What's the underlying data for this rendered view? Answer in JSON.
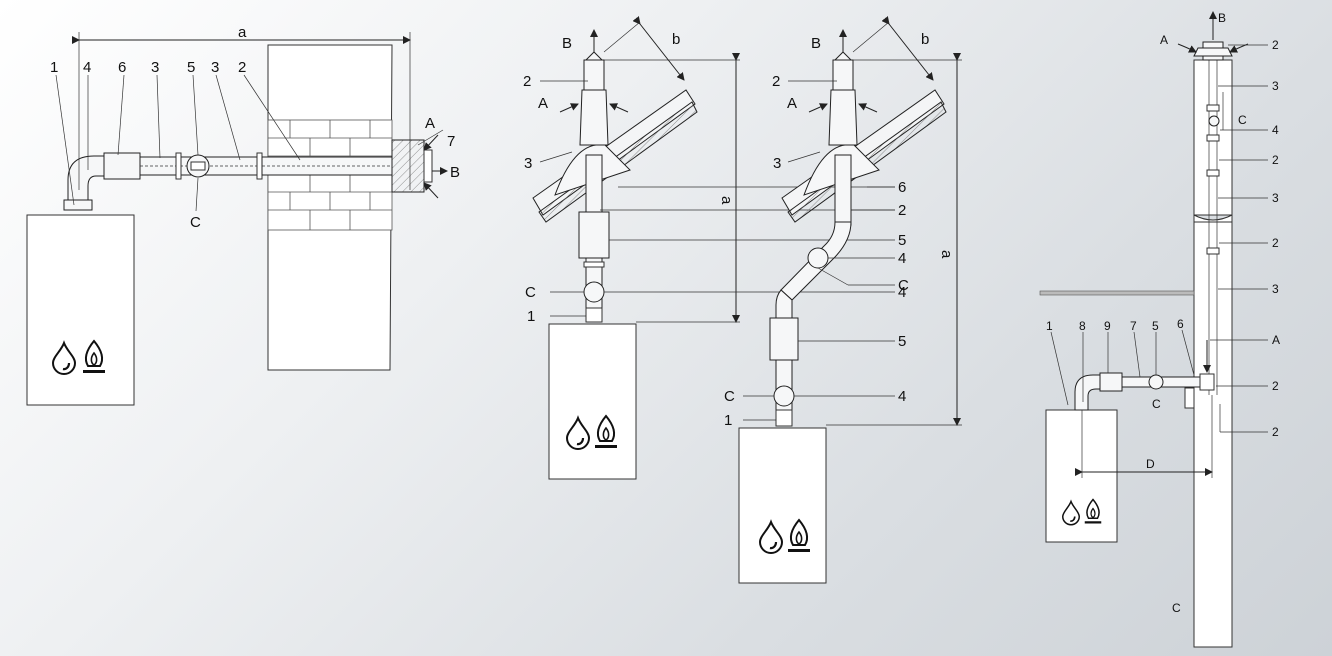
{
  "diagram1": {
    "dims": {
      "a": "a"
    },
    "labels": {
      "l1": "1",
      "l4": "4",
      "l6": "6",
      "l3a": "3",
      "l5": "5",
      "l3b": "3",
      "l2": "2",
      "lA": "A",
      "l7": "7",
      "lB": "B",
      "lC": "C"
    }
  },
  "diagram2": {
    "dims": {
      "a": "a",
      "b": "b"
    },
    "labels": {
      "lB": "B",
      "l2a": "2",
      "lA": "A",
      "l3": "3",
      "l6": "6",
      "l2b": "2",
      "l5": "5",
      "lC": "C",
      "l4": "4",
      "l1": "1"
    }
  },
  "diagram3": {
    "dims": {
      "a": "a",
      "b": "b"
    },
    "labels": {
      "lB": "B",
      "l2a": "2",
      "lA": "A",
      "l3": "3",
      "l6": "6",
      "l2b": "2",
      "l4a": "4",
      "lCa": "C",
      "l5": "5",
      "lCb": "C",
      "l4b": "4",
      "l1": "1"
    }
  },
  "diagram4": {
    "dims": {
      "d": "D"
    },
    "labels": {
      "lB": "B",
      "lA": "A",
      "r2a": "2",
      "r3a": "3",
      "rC": "C",
      "r4": "4",
      "r2b": "2",
      "r3b": "3",
      "r2c": "2",
      "r3c": "3",
      "rA": "A",
      "r2d": "2",
      "r2e": "2",
      "l1": "1",
      "l8": "8",
      "l9": "9",
      "l7": "7",
      "l5": "5",
      "l6": "6",
      "lC": "C",
      "lCbot": "C"
    }
  },
  "colors": {
    "line": "#222222",
    "bg_light": "#ffffff",
    "bg_dark": "#cdd2d7"
  },
  "icons": [
    "water-drop-icon",
    "gas-flame-icon"
  ]
}
